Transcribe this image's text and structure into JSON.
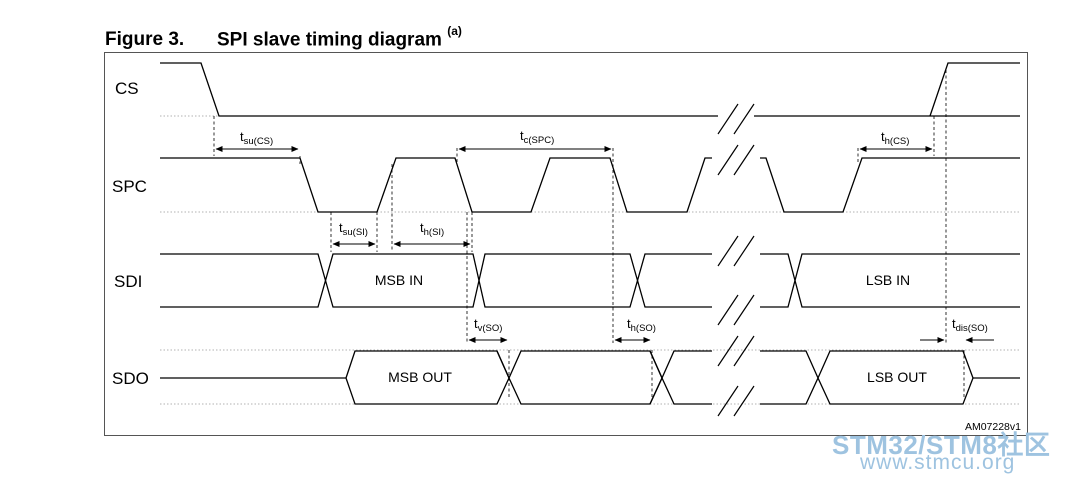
{
  "figure": {
    "number": "Figure 3.",
    "title": "SPI slave timing diagram",
    "footnote_mark": "(a)",
    "ref_code": "AM07228v1"
  },
  "signals": {
    "cs": "CS",
    "spc": "SPC",
    "sdi": "SDI",
    "sdo": "SDO"
  },
  "data_labels": {
    "msb_in": "MSB IN",
    "lsb_in": "LSB IN",
    "msb_out": "MSB OUT",
    "lsb_out": "LSB OUT"
  },
  "timing": {
    "tsu_cs": {
      "t": "t",
      "sub": "su(CS)"
    },
    "tc_spc": {
      "t": "t",
      "sub": "c(SPC)"
    },
    "th_cs": {
      "t": "t",
      "sub": "h(CS)"
    },
    "tsu_si": {
      "t": "t",
      "sub": "su(SI)"
    },
    "th_si": {
      "t": "t",
      "sub": "h(SI)"
    },
    "tv_so": {
      "t": "t",
      "sub": "v(SO)"
    },
    "th_so": {
      "t": "t",
      "sub": "h(SO)"
    },
    "tdis_so": {
      "t": "t",
      "sub": "dis(SO)"
    }
  },
  "watermark": {
    "line1": "STM32/STM8社区",
    "line2": "www.stmcu.org"
  },
  "colors": {
    "line": "#000000",
    "dotted": "#999999",
    "watermark": "#9ec3e0"
  }
}
